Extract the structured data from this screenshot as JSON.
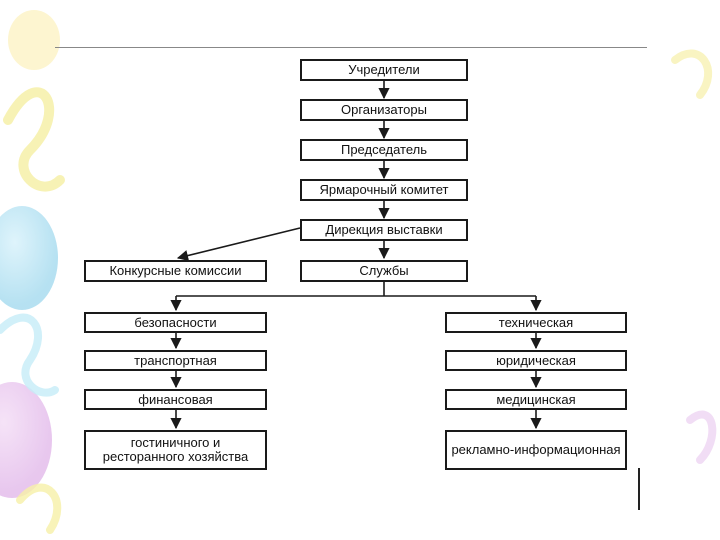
{
  "diagram": {
    "nodes": {
      "founders": "Учредители",
      "organizers": "Организаторы",
      "chairman": "Председатель",
      "fair_committee": "Ярмарочный комитет",
      "exhibition_directorate": "Дирекция выставки",
      "competition_commissions": "Конкурсные комиссии",
      "services": "Службы",
      "security": "безопасности",
      "transport": "транспортная",
      "financial": "финансовая",
      "hotel_restaurant": "гостиничного и ресторанного хозяйства",
      "technical": "техническая",
      "legal": "юридическая",
      "medical": "медицинская",
      "advertising_info": "рекламно-информационная"
    }
  }
}
